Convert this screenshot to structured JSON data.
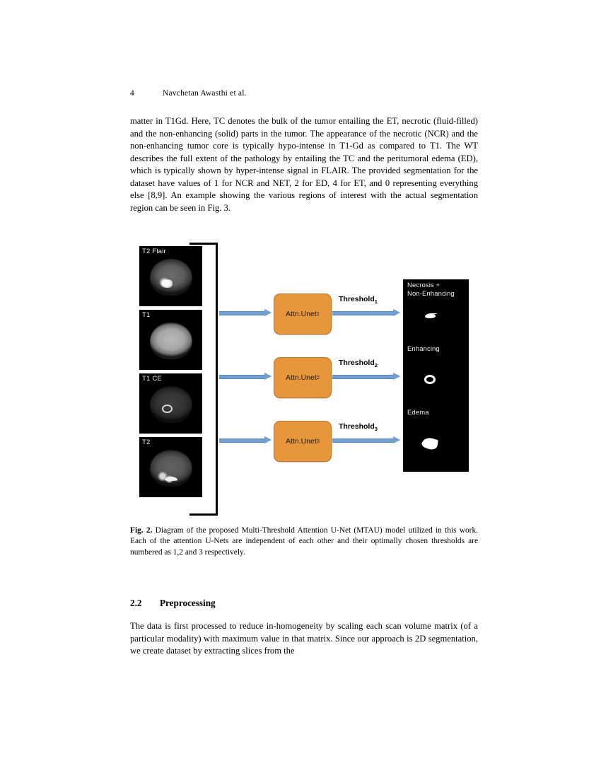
{
  "header": {
    "page_number": "4",
    "authors": "Navchetan Awasthi et al."
  },
  "body": {
    "paragraph_1": "matter in T1Gd. Here, TC denotes the bulk of the tumor entailing the ET, necrotic (fluid-filled) and the non-enhancing (solid) parts in the tumor. The appearance of the necrotic (NCR) and the non-enhancing tumor core is typically hypo-intense in T1-Gd as compared to T1. The WT describes the full extent of the pathology by entailing the TC and the peritumoral edema (ED), which is typically shown by hyper-intense signal in FLAIR. The provided segmentation for the dataset have values of 1 for NCR and NET, 2 for ED, 4 for ET, and 0 representing everything else [8,9]. An example showing the various regions of interest with the actual segmentation region can be seen in Fig. 3.",
    "paragraph_2": "The data is first processed to reduce in-homogeneity by scaling each scan volume matrix (of a particular modality) with maximum value in that matrix. Since our approach is 2D segmentation, we create dataset by extracting slices from the"
  },
  "figure": {
    "inputs": [
      {
        "label": "T2 Flair"
      },
      {
        "label": "T1"
      },
      {
        "label": "T1 CE"
      },
      {
        "label": "T2"
      }
    ],
    "models": [
      {
        "name": "Attn.Unet",
        "index": "1"
      },
      {
        "name": "Attn.Unet",
        "index": "2"
      },
      {
        "name": "Attn.Unet",
        "index": "3"
      }
    ],
    "thresholds": [
      {
        "name": "Threshold",
        "index": "1"
      },
      {
        "name": "Threshold",
        "index": "2"
      },
      {
        "name": "Threshold",
        "index": "3"
      }
    ],
    "outputs": [
      {
        "label_line_1": "Necrosis +",
        "label_line_2": "Non-Enhancing"
      },
      {
        "label_line_1": "Enhancing",
        "label_line_2": ""
      },
      {
        "label_line_1": "Edema",
        "label_line_2": ""
      }
    ],
    "colors": {
      "model_box": "#e8963c",
      "arrow": "#729fcf",
      "bracket": "#000000",
      "panel_background": "#000000"
    }
  },
  "caption": {
    "label": "Fig. 2.",
    "text": "Diagram of the proposed Multi-Threshold Attention U-Net (MTAU) model utilized in this work. Each of the attention U-Nets are independent of each other and their optimally chosen thresholds are numbered as 1,2 and 3 respectively."
  },
  "section": {
    "number": "2.2",
    "title": "Preprocessing"
  }
}
